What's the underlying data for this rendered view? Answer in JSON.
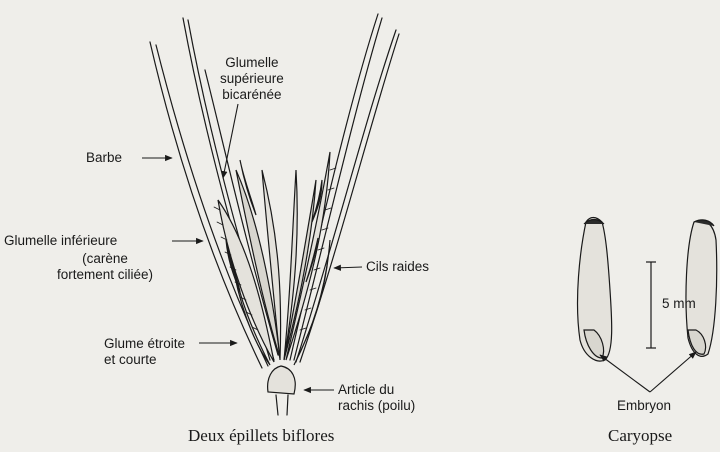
{
  "labels": {
    "glumelle_superieure": "Glumelle\nsupérieure\nbicarénée",
    "barbe": "Barbe",
    "glumelle_inferieure_1": "Glumelle inférieure",
    "glumelle_inferieure_2": "(carène\nfortement ciliée)",
    "cils_raides": "Cils raides",
    "glume": "Glume étroite\net courte",
    "article": "Article du\nrachis (poilu)",
    "scale": "5 mm",
    "embryon": "Embryon"
  },
  "captions": {
    "left": "Deux épillets biflores",
    "right": "Caryopse"
  },
  "colors": {
    "ink": "#1a1a1a",
    "paper": "#efeeea"
  }
}
